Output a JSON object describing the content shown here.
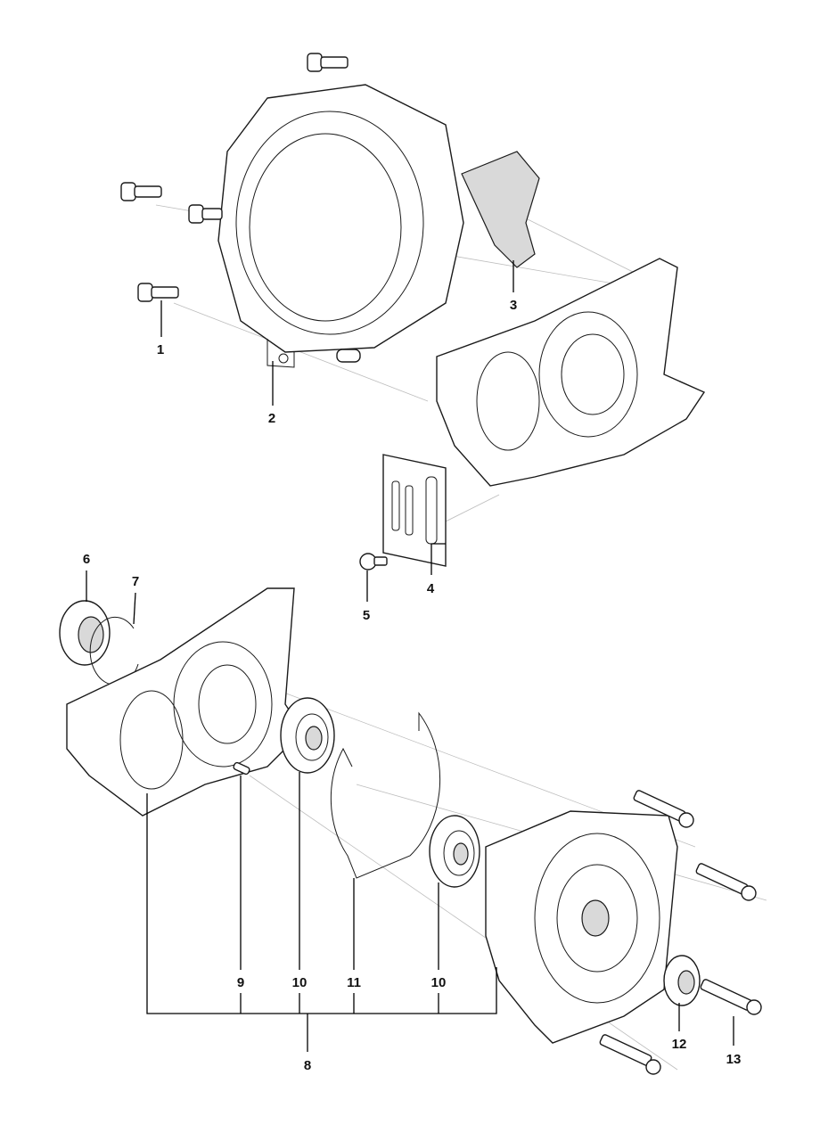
{
  "diagram": {
    "callouts": [
      {
        "id": "c1",
        "text": "1"
      },
      {
        "id": "c2",
        "text": "2"
      },
      {
        "id": "c3",
        "text": "3"
      },
      {
        "id": "c4",
        "text": "4"
      },
      {
        "id": "c5",
        "text": "5"
      },
      {
        "id": "c6",
        "text": "6"
      },
      {
        "id": "c7",
        "text": "7"
      },
      {
        "id": "c8",
        "text": "8"
      },
      {
        "id": "c9",
        "text": "9"
      },
      {
        "id": "c10a",
        "text": "10"
      },
      {
        "id": "c11",
        "text": "11"
      },
      {
        "id": "c10b",
        "text": "10"
      },
      {
        "id": "c12",
        "text": "12"
      },
      {
        "id": "c13",
        "text": "13"
      }
    ]
  }
}
